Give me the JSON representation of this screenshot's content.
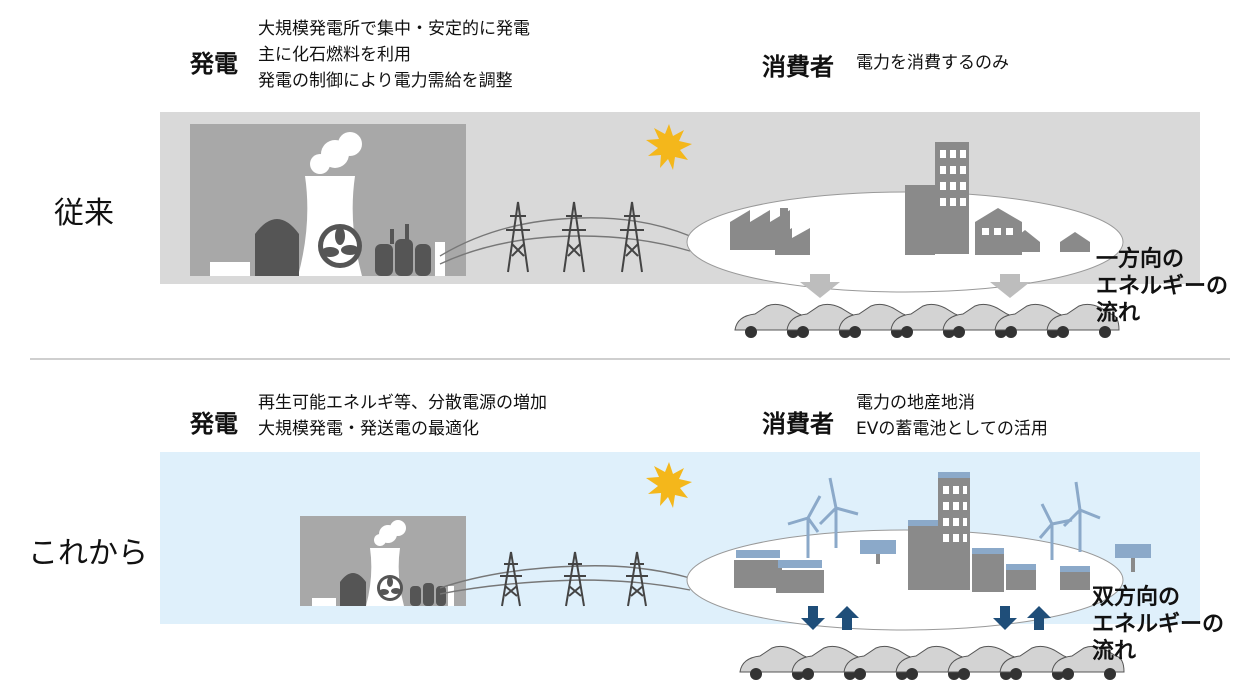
{
  "traditional": {
    "era_label": "従来",
    "generation": {
      "label": "発電",
      "lines": [
        "大規模発電所で集中・安定的に発電",
        "主に化石燃料を利用",
        "発電の制御により電力需給を調整"
      ]
    },
    "consumer": {
      "label": "消費者",
      "lines": [
        "電力を消費するのみ"
      ]
    },
    "flow_lines": [
      "一方向の",
      "エネルギーの",
      "流れ"
    ]
  },
  "future": {
    "era_label": "これから",
    "generation": {
      "label": "発電",
      "lines": [
        "再生可能エネルギ等、分散電源の増加",
        "大規模発電・発送電の最適化"
      ]
    },
    "consumer": {
      "label": "消費者",
      "lines": [
        "電力の地産地消",
        "EVの蓄電池としての活用"
      ]
    },
    "flow_lines": [
      "双方向の",
      "エネルギーの",
      "流れ"
    ]
  },
  "colors": {
    "traditional_band": "#d9d9d9",
    "future_band": "#dff0fb",
    "sun": "#f4b71b",
    "arrow_down_gray": "#bdbdbd",
    "arrow_dark_blue": "#1f4e79",
    "building": "#8a8a8a",
    "solar_blue": "#8ba9c9"
  }
}
